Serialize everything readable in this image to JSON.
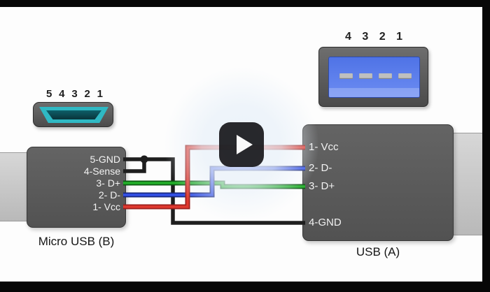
{
  "micro_connector": {
    "pin_numbers": [
      "5",
      "4",
      "3",
      "2",
      "1"
    ]
  },
  "usb_a_connector": {
    "pin_numbers": [
      "4",
      "3",
      "2",
      "1"
    ]
  },
  "micro_plug": {
    "caption": "Micro USB (B)",
    "pins": [
      "5-GND",
      "4-Sense",
      "3- D+",
      "2- D-",
      "1- Vcc"
    ]
  },
  "usb_a_plug": {
    "caption": "USB (A)",
    "pins": [
      "1- Vcc",
      "2- D-",
      "3- D+",
      "4-GND"
    ]
  },
  "wires": {
    "vcc": {
      "core": "#e0392f",
      "casing": "#9c1f1c"
    },
    "dminus": {
      "core": "#3350e8",
      "casing": "#18277f"
    },
    "dplus": {
      "core": "#23b02a",
      "casing": "#0d5a13"
    },
    "gnd": {
      "core": "#1e1e1e",
      "casing": "#1e1e1e"
    }
  },
  "player": {
    "play_symbol": "▶"
  }
}
